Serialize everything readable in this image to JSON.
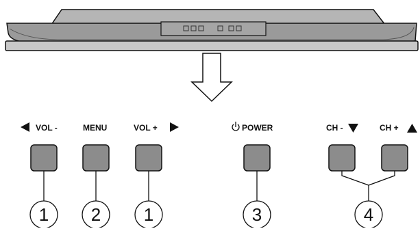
{
  "labels": {
    "vol_minus": "VOL -",
    "menu": "MENU",
    "vol_plus": "VOL  +",
    "power": "POWER",
    "ch_minus": "CH -",
    "ch_plus": "CH +"
  },
  "callouts": {
    "c1a": "1",
    "c2": "2",
    "c1b": "1",
    "c3": "3",
    "c4": "4"
  },
  "icons": {
    "vol_minus": "left-triangle-icon",
    "vol_plus": "right-triangle-icon",
    "power": "power-icon",
    "ch_minus": "down-triangle-icon",
    "ch_plus": "up-triangle-icon",
    "arrow": "down-arrow-icon"
  },
  "colors": {
    "button_fill": "#8c8c8c",
    "panel_fill": "#9a9a9a",
    "line": "#111111"
  }
}
